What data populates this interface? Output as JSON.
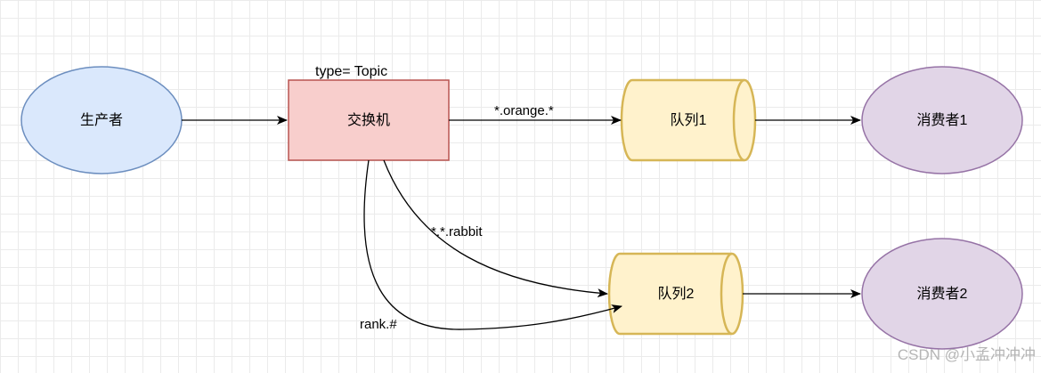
{
  "nodes": {
    "producer": "生产者",
    "exchange": "交换机",
    "exchange_type": "type= Topic",
    "queue1": "队列1",
    "queue2": "队列2",
    "consumer1": "消费者1",
    "consumer2": "消费者2"
  },
  "edges": {
    "orange": "*.orange.*",
    "rabbit": "*.*.rabbit",
    "rank": "rank.#"
  },
  "watermark": "CSDN @小孟冲冲冲",
  "colors": {
    "producer_fill": "#dae8fc",
    "producer_stroke": "#6c8ebf",
    "exchange_fill": "#f8cecc",
    "exchange_stroke": "#b85450",
    "queue_fill": "#fff2cc",
    "queue_stroke": "#d6b656",
    "consumer_fill": "#e1d5e7",
    "consumer_stroke": "#9673a6"
  }
}
